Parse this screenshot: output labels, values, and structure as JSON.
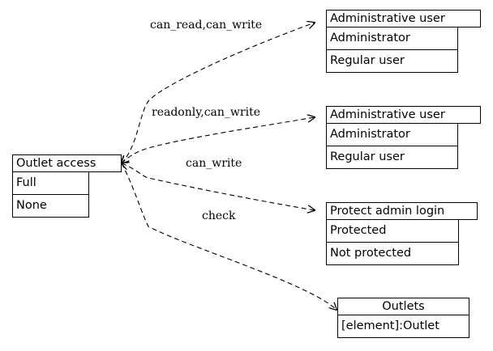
{
  "colors": {
    "stroke": "#000000",
    "background": "#ffffff"
  },
  "source": {
    "title": "Outlet access",
    "options": [
      "Full",
      "None"
    ]
  },
  "targets": [
    {
      "title": "Administrative user",
      "options": [
        "Administrator",
        "Regular user"
      ]
    },
    {
      "title": "Administrative user",
      "options": [
        "Administrator",
        "Regular user"
      ]
    },
    {
      "title": "Protect admin login",
      "options": [
        "Protected",
        "Not protected"
      ]
    },
    {
      "title": "Outlets",
      "options": [
        "[element]:Outlet"
      ]
    }
  ],
  "edges": [
    {
      "label": "can_read,can_write",
      "from": "source",
      "to": 0,
      "style": "dashed"
    },
    {
      "label": "readonly,can_write",
      "from": "source",
      "to": 1,
      "style": "dashed"
    },
    {
      "label": "can_write",
      "from": "source",
      "to": 2,
      "style": "dashed"
    },
    {
      "label": "check",
      "from": "source",
      "to": 3,
      "style": "dashed"
    }
  ]
}
